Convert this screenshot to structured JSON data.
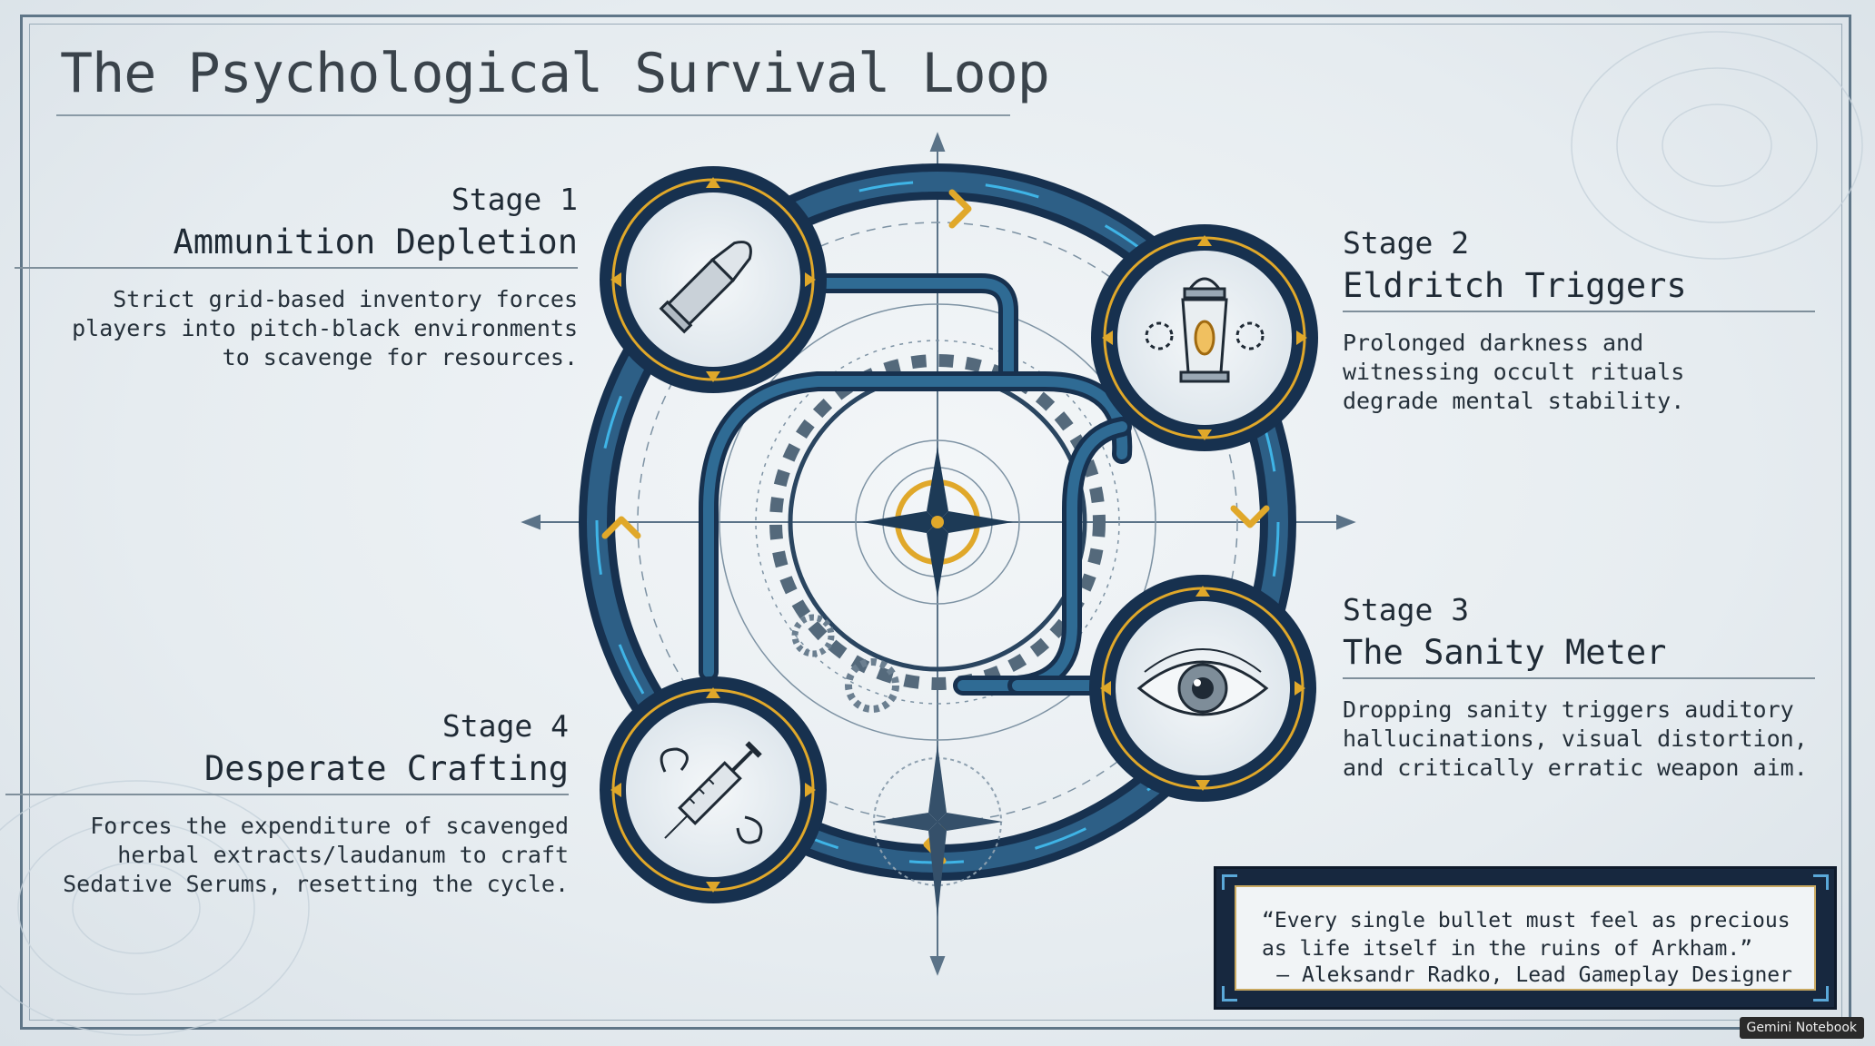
{
  "title": "The Psychological Survival Loop",
  "stages": [
    {
      "num": "Stage 1",
      "name": "Ammunition Depletion",
      "desc": "Strict grid-based inventory forces\nplayers into pitch-black environments\nto scavenge for resources.",
      "icon": "bullet-icon"
    },
    {
      "num": "Stage 2",
      "name": "Eldritch Triggers",
      "desc": "Prolonged darkness and\nwitnessing occult rituals\ndegrade mental stability.",
      "icon": "lantern-icon"
    },
    {
      "num": "Stage 3",
      "name": "The Sanity Meter",
      "desc": "Dropping sanity triggers auditory\nhallucinations, visual distortion,\nand critically erratic weapon aim.",
      "icon": "eye-icon"
    },
    {
      "num": "Stage 4",
      "name": "Desperate Crafting",
      "desc": "Forces the expenditure of scavenged\nherbal extracts/laudanum to craft\nSedative Serums, resetting the cycle.",
      "icon": "syringe-icon"
    }
  ],
  "quote": {
    "text": "“Every single bullet must feel as precious as life itself in the ruins of Arkham.”",
    "attribution": "– Aleksandr Radko, Lead Gameplay Designer"
  },
  "watermark": "Gemini Notebook",
  "colors": {
    "ring": "#17314f",
    "ring_glow": "#3fb4e6",
    "accent_gold": "#e0a82a",
    "ink": "#1f2a35"
  }
}
